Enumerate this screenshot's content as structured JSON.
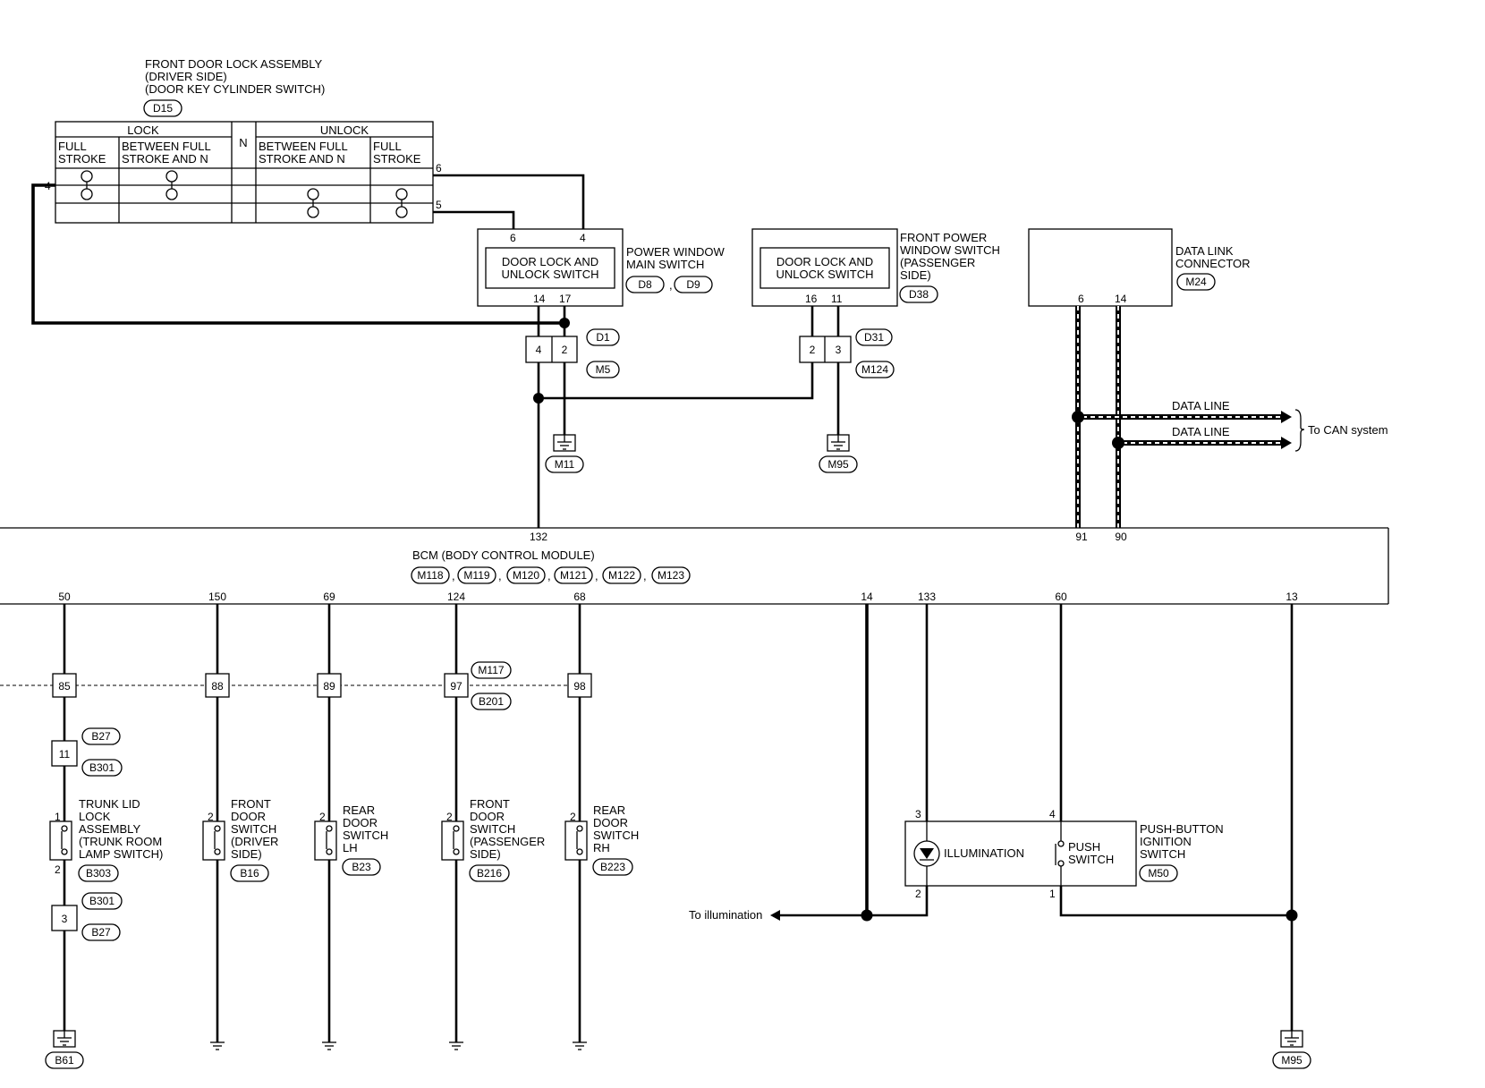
{
  "d15": {
    "title": [
      "FRONT DOOR LOCK ASSEMBLY",
      "(DRIVER SIDE)",
      "(DOOR KEY CYLINDER SWITCH)"
    ],
    "conn": "D15",
    "lock": "LOCK",
    "n": "N",
    "unlock": "UNLOCK",
    "col1": [
      "FULL",
      "STROKE"
    ],
    "col2": [
      "BETWEEN FULL",
      "STROKE AND N"
    ],
    "col3": [
      "BETWEEN FULL",
      "STROKE AND N"
    ],
    "col4": [
      "FULL",
      "STROKE"
    ],
    "pin4": "4",
    "pin6": "6",
    "pin5": "5"
  },
  "pwms": {
    "inner": [
      "DOOR LOCK AND",
      "UNLOCK SWITCH"
    ],
    "title": [
      "POWER WINDOW",
      "MAIN SWITCH"
    ],
    "conn1": "D8",
    "conn2": "D9",
    "sep": ",",
    "pin6": "6",
    "pin4": "4",
    "pin14": "14",
    "pin17": "17"
  },
  "fpws": {
    "inner": [
      "DOOR LOCK AND",
      "UNLOCK SWITCH"
    ],
    "title": [
      "FRONT POWER",
      "WINDOW SWITCH",
      "(PASSENGER",
      "SIDE)"
    ],
    "conn": "D38",
    "pin16": "16",
    "pin11": "11"
  },
  "dlc": {
    "title": [
      "DATA LINK",
      "CONNECTOR"
    ],
    "conn": "M24",
    "pin6": "6",
    "pin14": "14"
  },
  "jc1": {
    "a": "4",
    "b": "2",
    "top": "D1",
    "bottom": "M5"
  },
  "jc2": {
    "a": "2",
    "b": "3",
    "top": "D31",
    "bottom": "M124"
  },
  "grounds": {
    "m11": "M11",
    "m95a": "M95",
    "b61": "B61",
    "m95b": "M95"
  },
  "dataline": {
    "line1": "DATA LINE",
    "line2": "DATA LINE",
    "to_can": "To CAN system"
  },
  "bcm": {
    "title": "BCM (BODY CONTROL MODULE)",
    "conns": [
      "M118",
      "M119",
      "M120",
      "M121",
      "M122",
      "M123"
    ],
    "sep": ",",
    "top_pins": {
      "p132": "132",
      "p91": "91",
      "p90": "90"
    },
    "bottom_pins": {
      "p50": "50",
      "p150": "150",
      "p69": "69",
      "p124": "124",
      "p68": "68",
      "p14": "14",
      "p133": "133",
      "p60": "60",
      "p13": "13"
    }
  },
  "harness": {
    "pins": [
      "85",
      "88",
      "89",
      "97",
      "98"
    ],
    "top": "M117",
    "bottom": "B201"
  },
  "trunk": {
    "jc_top_pin": "11",
    "jc_top_a": "B27",
    "jc_top_b": "B301",
    "title": [
      "TRUNK LID",
      "LOCK",
      "ASSEMBLY",
      "(TRUNK ROOM",
      " LAMP SWITCH)"
    ],
    "pin1": "1",
    "pin2": "2",
    "conn": "B303",
    "jc_bot_pin": "3",
    "jc_bot_a": "B301",
    "jc_bot_b": "B27"
  },
  "fdsw_drv": {
    "title": [
      "FRONT",
      "DOOR",
      "SWITCH",
      "(DRIVER",
      " SIDE)"
    ],
    "pin": "2",
    "conn": "B16"
  },
  "rdsw_lh": {
    "title": [
      "REAR",
      "DOOR",
      "SWITCH",
      "LH"
    ],
    "pin": "2",
    "conn": "B23"
  },
  "fdsw_pass": {
    "title": [
      "FRONT",
      "DOOR",
      "SWITCH",
      "(PASSENGER",
      " SIDE)"
    ],
    "pin": "2",
    "conn": "B216"
  },
  "rdsw_rh": {
    "title": [
      "REAR",
      "DOOR",
      "SWITCH",
      "RH"
    ],
    "pin": "2",
    "conn": "B223"
  },
  "pbis": {
    "illum": "ILLUMINATION",
    "push": [
      "PUSH",
      "SWITCH"
    ],
    "title": [
      "PUSH-BUTTON",
      "IGNITION",
      "SWITCH"
    ],
    "conn": "M50",
    "pin3": "3",
    "pin4": "4",
    "pin2": "2",
    "pin1": "1"
  },
  "to_illum": "To illumination"
}
